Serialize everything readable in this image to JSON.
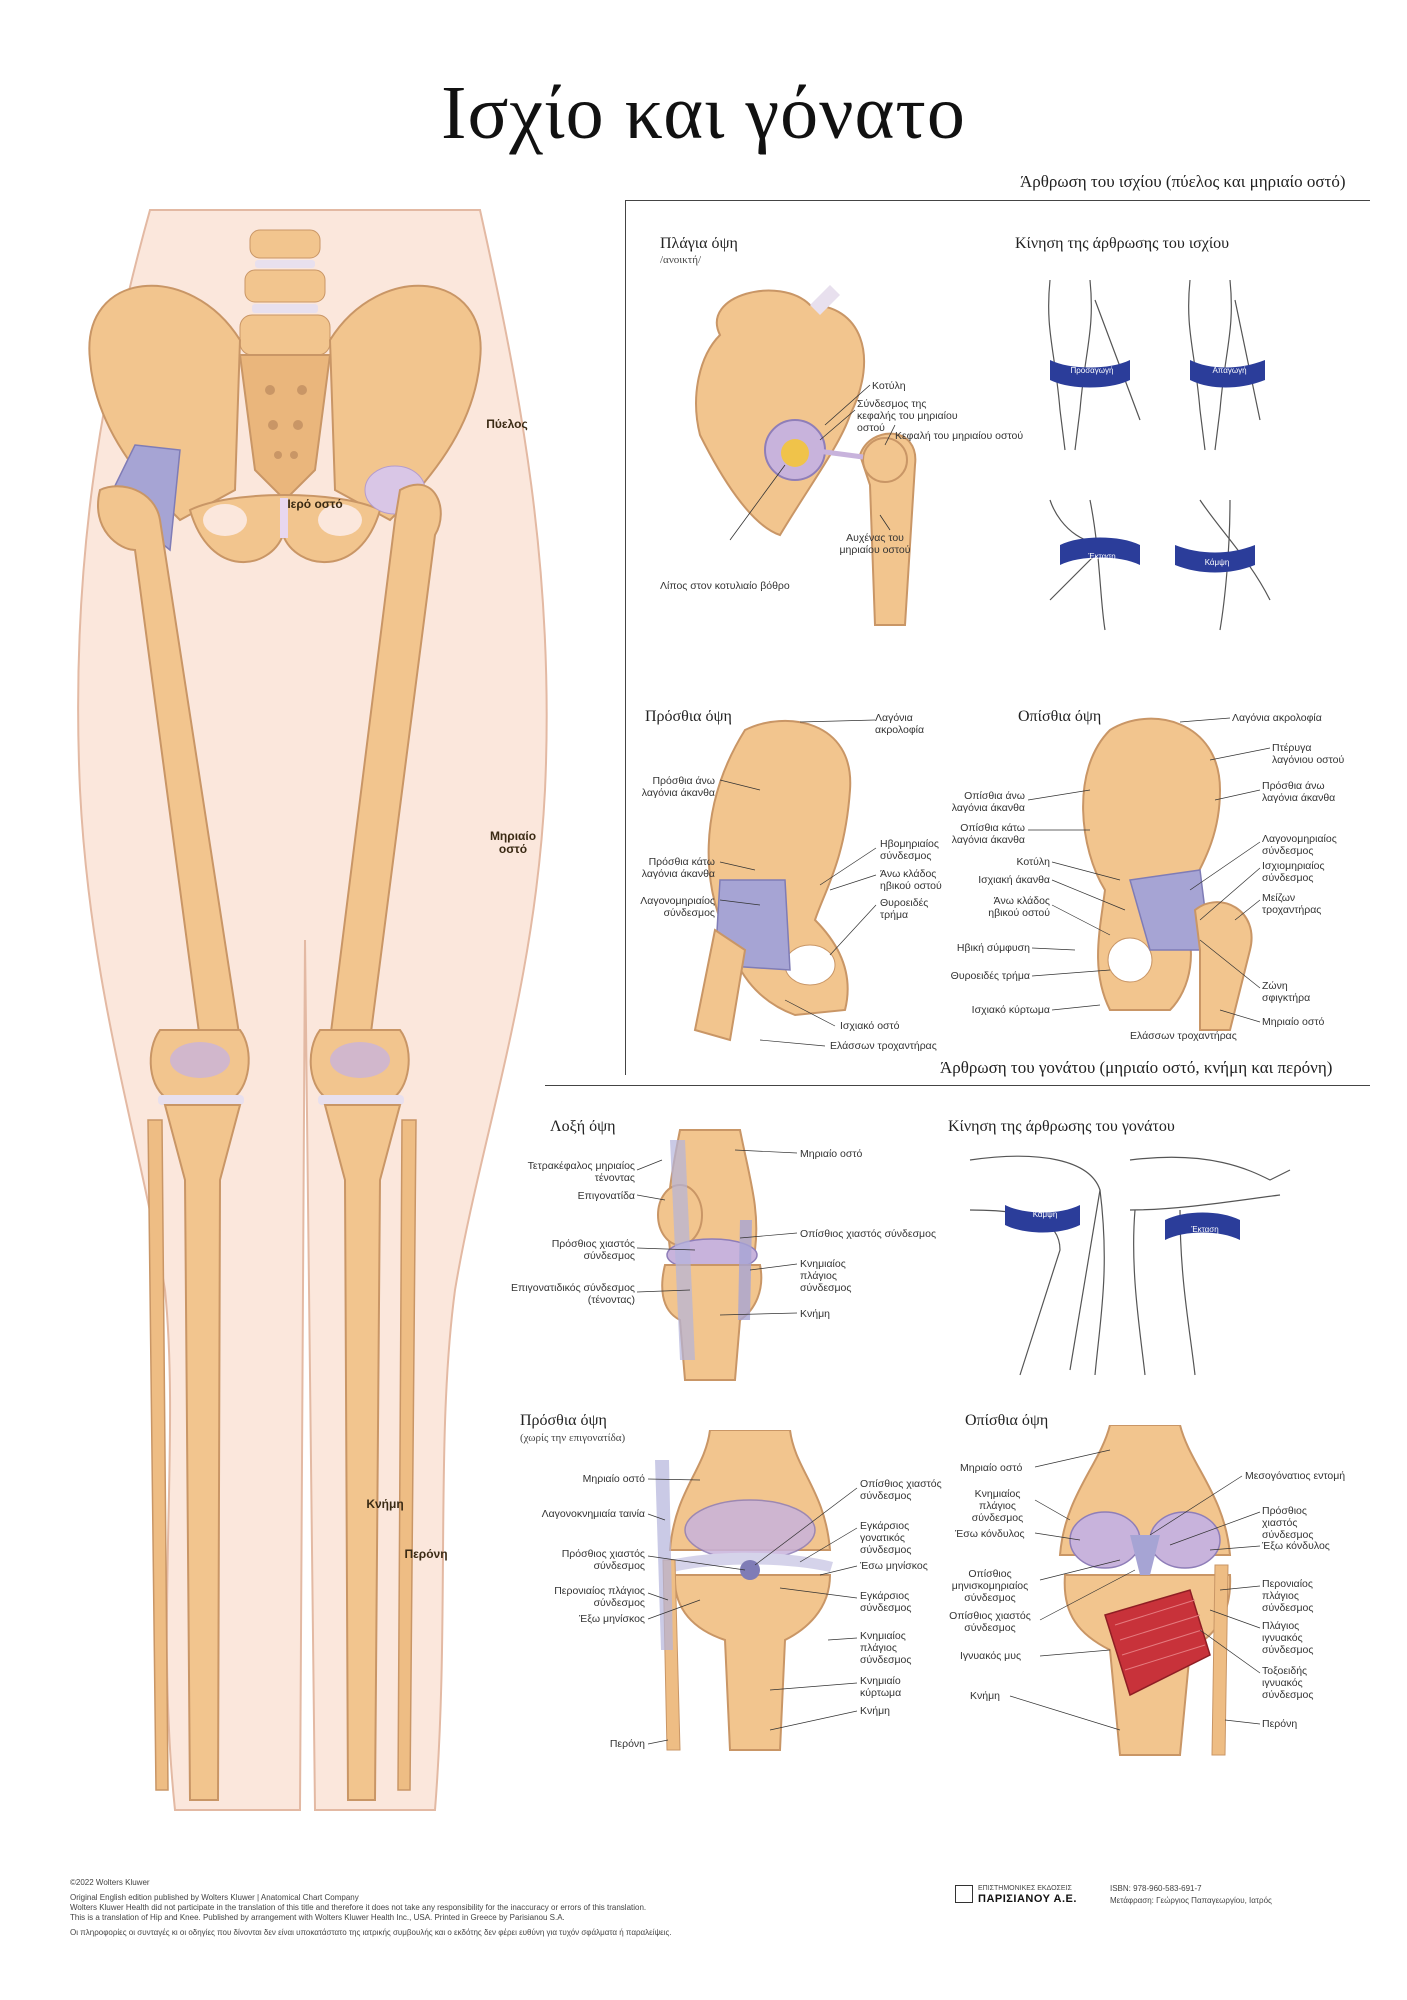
{
  "title": "Ισχίο και γόνατο",
  "main_labels": {
    "pelvis": "Πύελος",
    "sacrum": "Ιερό οστό",
    "femur": "Μηριαίο οστό",
    "tibia": "Κνήμη",
    "fibula": "Περόνη"
  },
  "hip_section": {
    "title": "Άρθρωση του ισχίου (πύελος και μηριαίο οστό)",
    "lateral_view": {
      "title": "Πλάγια όψη",
      "subtitle": "/ανοικτή/",
      "labels": [
        "Κοτύλη",
        "Σύνδεσμος της κεφαλής του μηριαίου οστού",
        "Κεφαλή του μηριαίου οστού",
        "Αυχένας του μηριαίου οστού",
        "Λίπος στον κοτυλιαίο βόθρο"
      ]
    },
    "movement": {
      "title": "Κίνηση της άρθρωσης του ισχίου",
      "badges": [
        "Προσαγωγή",
        "Απαγωγή",
        "Έκταση",
        "Κάμψη"
      ]
    },
    "anterior_view": {
      "title": "Πρόσθια όψη",
      "labels": [
        "Λαγόνια ακρολοφία",
        "Πρόσθια άνω λαγόνια άκανθα",
        "Πρόσθια κάτω λαγόνια άκανθα",
        "Λαγονομηριαίος σύνδεσμος",
        "Ηβομηριαίος σύνδεσμος",
        "Άνω κλάδος ηβικού οστού",
        "Θυροειδές τρήμα",
        "Ισχιακό οστό",
        "Ελάσσων τροχαντήρας"
      ]
    },
    "posterior_view": {
      "title": "Οπίσθια όψη",
      "labels_left": [
        "Οπίσθια άνω λαγόνια άκανθα",
        "Οπίσθια κάτω λαγόνια άκανθα",
        "Κοτύλη",
        "Ισχιακή άκανθα",
        "Άνω κλάδος ηβικού οστού",
        "Ηβική σύμφυση",
        "Θυροειδές τρήμα",
        "Ισχιακό κύρτωμα"
      ],
      "labels_right": [
        "Λαγόνια ακρολοφία",
        "Πτέρυγα λαγόνιου οστού",
        "Πρόσθια άνω λαγόνια άκανθα",
        "Λαγονομηριαίος σύνδεσμος",
        "Ισχιομηριαίος σύνδεσμος",
        "Μείζων τροχαντήρας",
        "Ζώνη σφιγκτήρα",
        "Μηριαίο οστό"
      ],
      "label_bottom": "Ελάσσων τροχαντήρας"
    }
  },
  "knee_section": {
    "title": "Άρθρωση του γονάτου (μηριαίο οστό, κνήμη και περόνη)",
    "oblique_view": {
      "title": "Λοξή όψη",
      "labels_left": [
        "Τετρακέφαλος μηριαίος τένοντας",
        "Επιγονατίδα",
        "Πρόσθιος χιαστός σύνδεσμος",
        "Επιγονατιδικός σύνδεσμος (τένοντας)"
      ],
      "labels_right": [
        "Μηριαίο οστό",
        "Οπίσθιος χιαστός σύνδεσμος",
        "Κνημιαίος πλάγιος σύνδεσμος",
        "Κνήμη"
      ]
    },
    "movement": {
      "title": "Κίνηση της άρθρωσης του γονάτου",
      "badges": [
        "Κάμψη",
        "Έκταση"
      ]
    },
    "anterior_view": {
      "title": "Πρόσθια όψη",
      "subtitle": "(χωρίς την επιγονατίδα)",
      "labels_left": [
        "Μηριαίο οστό",
        "Λαγονοκνημιαία ταινία",
        "Πρόσθιος χιαστός σύνδεσμος",
        "Περονιαίος πλάγιος σύνδεσμος",
        "Έξω μηνίσκος",
        "Περόνη"
      ],
      "labels_right": [
        "Οπίσθιος χιαστός σύνδεσμος",
        "Εγκάρσιος γονατικός σύνδεσμος",
        "Έσω μηνίσκος",
        "Εγκάρσιος σύνδεσμος",
        "Κνημιαίος πλάγιος σύνδεσμος",
        "Κνημιαίο κύρτωμα",
        "Κνήμη"
      ]
    },
    "posterior_view": {
      "title": "Οπίσθια όψη",
      "labels_left": [
        "Μηριαίο οστό",
        "Κνημιαίος πλάγιος σύνδεσμος",
        "Έσω κόνδυλος",
        "Οπίσθιος μηνισκομηριαίος σύνδεσμος",
        "Οπίσθιος χιαστός σύνδεσμος",
        "Ιγνυακός μυς",
        "Κνήμη"
      ],
      "labels_right": [
        "Μεσογόνατιος εντομή",
        "Πρόσθιος χιαστός σύνδεσμος",
        "Έξω κόνδυλος",
        "Περονιαίος πλάγιος σύνδεσμος",
        "Πλάγιος ιγνυακός σύνδεσμος",
        "Τοξοειδής ιγνυακός σύνδεσμος",
        "Περόνη"
      ]
    }
  },
  "footer": {
    "copyright": "©2022 Wolters Kluwer",
    "credit_lines": [
      "Original English edition published by Wolters Kluwer | Anatomical Chart Company",
      "Wolters Kluwer Health did not participate in the translation of this title and therefore it does not take any responsibility for the inaccuracy or errors of this translation.",
      "This is a translation of Hip and Knee. Published by arrangement with Wolters Kluwer Health Inc., USA. Printed in Greece by Parisianou S.A."
    ],
    "notice": "Οι πληροφορίες οι συνταγές κι οι οδηγίες που δίνονται δεν είναι υποκατάστατο της ιατρικής συμβουλής και ο εκδότης δεν φέρει ευθύνη για τυχόν σφάλματα ή παραλείψεις.",
    "publisher_line1": "ΕΠΙΣΤΗΜΟΝΙΚΕΣ ΕΚΔΟΣΕΙΣ",
    "publisher_line2": "ΠΑΡΙΣΙΑΝΟΥ Α.Ε.",
    "isbn": "ISBN: 978-960-583-691-7",
    "translator": "Μετάφραση: Γεώργιος Παπαγεωργίου, Ιατρός"
  },
  "colors": {
    "bone": "#f2c58e",
    "bone_dark": "#d9a067",
    "ligament": "#a6a4d4",
    "cartilage": "#c8b3dc",
    "skin": "#f3d9c9",
    "movement_arrow": "#2b3d9a",
    "muscle": "#c8323a"
  }
}
